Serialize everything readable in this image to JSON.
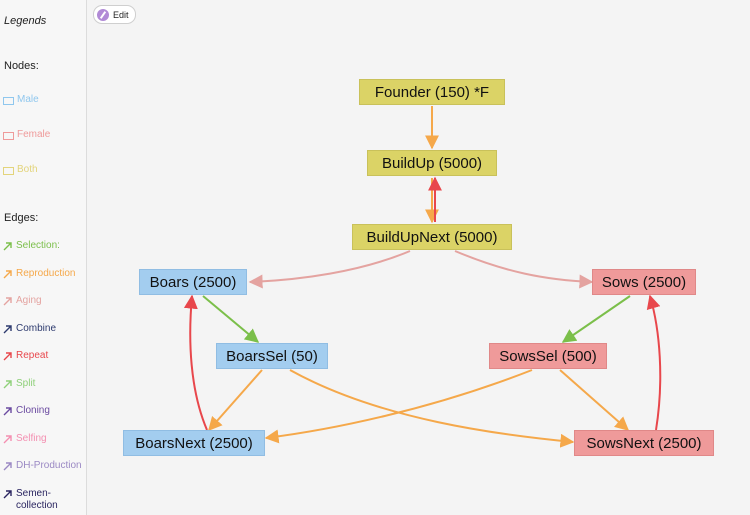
{
  "toolbar": {
    "edit_label": "Edit"
  },
  "legend": {
    "title": "Legends",
    "nodes_heading": "Nodes:",
    "edges_heading": "Edges:",
    "node_types": [
      {
        "label": "Male",
        "color": "#8fc7ee"
      },
      {
        "label": "Female",
        "color": "#ef9a9a"
      },
      {
        "label": "Both",
        "color": "#e3d47b"
      }
    ],
    "edge_types": [
      {
        "label": "Selection:",
        "color": "#7bbf4a"
      },
      {
        "label": "Reproduction",
        "color": "#f5a84a"
      },
      {
        "label": "Aging",
        "color": "#e4a3a0"
      },
      {
        "label": "Combine",
        "color": "#2d3a6e"
      },
      {
        "label": "Repeat",
        "color": "#e8474c"
      },
      {
        "label": "Split",
        "color": "#8fd07a"
      },
      {
        "label": "Cloning",
        "color": "#6a4aa0"
      },
      {
        "label": "Selfing",
        "color": "#f48fb1"
      },
      {
        "label": "DH-Production",
        "color": "#9b89c4"
      },
      {
        "label": "Semen-collection",
        "color": "#2a2560"
      }
    ]
  },
  "nodes": [
    {
      "id": "founder",
      "label": "Founder (150) *F",
      "type": "both"
    },
    {
      "id": "buildup",
      "label": "BuildUp (5000)",
      "type": "both"
    },
    {
      "id": "buildupnext",
      "label": "BuildUpNext (5000)",
      "type": "both"
    },
    {
      "id": "boars",
      "label": "Boars (2500)",
      "type": "male"
    },
    {
      "id": "sows",
      "label": "Sows (2500)",
      "type": "female"
    },
    {
      "id": "boarssel",
      "label": "BoarsSel (50)",
      "type": "male"
    },
    {
      "id": "sowssel",
      "label": "SowsSel (500)",
      "type": "female"
    },
    {
      "id": "boarsnext",
      "label": "BoarsNext (2500)",
      "type": "male"
    },
    {
      "id": "sowsnext",
      "label": "SowsNext (2500)",
      "type": "female"
    }
  ],
  "edges": [
    {
      "from": "founder",
      "to": "buildup",
      "kind": "Reproduction"
    },
    {
      "from": "buildup",
      "to": "buildupnext",
      "kind": "Reproduction"
    },
    {
      "from": "buildupnext",
      "to": "buildup",
      "kind": "Repeat"
    },
    {
      "from": "buildupnext",
      "to": "boars",
      "kind": "Aging"
    },
    {
      "from": "buildupnext",
      "to": "sows",
      "kind": "Aging"
    },
    {
      "from": "boars",
      "to": "boarssel",
      "kind": "Selection:"
    },
    {
      "from": "sows",
      "to": "sowssel",
      "kind": "Selection:"
    },
    {
      "from": "boarssel",
      "to": "boarsnext",
      "kind": "Reproduction"
    },
    {
      "from": "boarssel",
      "to": "sowsnext",
      "kind": "Reproduction"
    },
    {
      "from": "sowssel",
      "to": "boarsnext",
      "kind": "Reproduction"
    },
    {
      "from": "sowssel",
      "to": "sowsnext",
      "kind": "Reproduction"
    },
    {
      "from": "boarsnext",
      "to": "boars",
      "kind": "Repeat"
    },
    {
      "from": "sowsnext",
      "to": "sows",
      "kind": "Repeat"
    }
  ]
}
